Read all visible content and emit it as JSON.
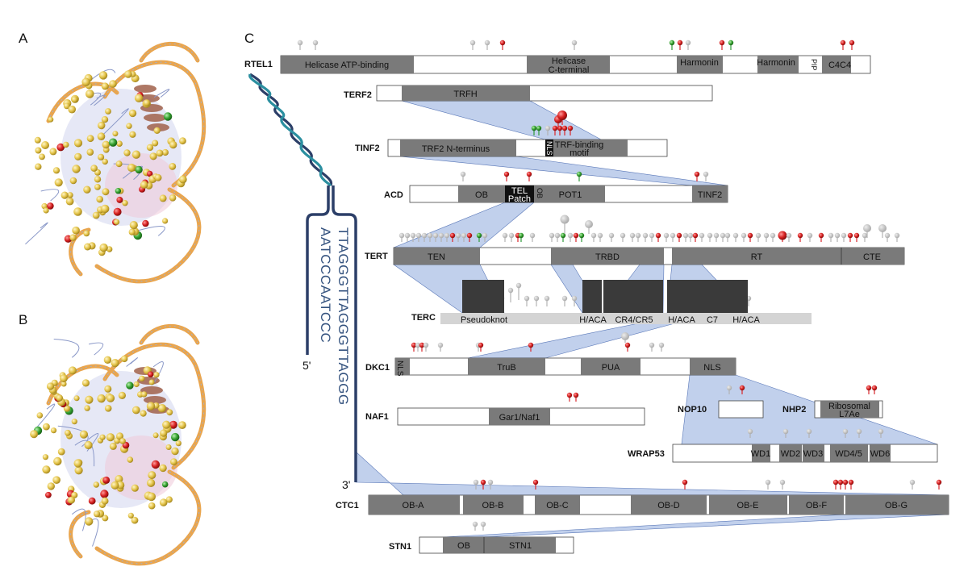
{
  "panels": {
    "a": "A",
    "b": "B",
    "c": "C"
  },
  "dna": {
    "strand_top": "AATCCCAATCCC",
    "strand_bottom": "TTAGGGTTAGGGTTAGGG",
    "end5": "5'",
    "end3": "3'"
  },
  "proteins": [
    {
      "name": "RTEL1",
      "domains": [
        "Helicase ATP-binding",
        "Helicase",
        "C-terminal",
        "Harmonin",
        "Harmonin",
        "PIP",
        "C4C4"
      ]
    },
    {
      "name": "TERF2",
      "domains": [
        "TRFH"
      ]
    },
    {
      "name": "TINF2",
      "domains": [
        "TRF2 N-terminus",
        "NLS",
        "TRF-binding",
        "motif"
      ]
    },
    {
      "name": "ACD",
      "domains": [
        "OB",
        "TEL",
        "Patch",
        "OB",
        "POT1",
        "TINF2"
      ]
    },
    {
      "name": "TERT",
      "domains": [
        "TEN",
        "TRBD",
        "RT",
        "CTE"
      ]
    },
    {
      "name": "TERC",
      "domains": [
        "Pseudoknot",
        "H/ACA",
        "CR4/CR5",
        "H/ACA",
        "C7",
        "H/ACA"
      ]
    },
    {
      "name": "DKC1",
      "domains": [
        "NLS",
        "TruB",
        "PUA",
        "NLS"
      ]
    },
    {
      "name": "NAF1",
      "domains": [
        "Gar1/Naf1"
      ]
    },
    {
      "name": "NOP10",
      "domains": []
    },
    {
      "name": "NHP2",
      "domains": [
        "Ribosomal",
        "L7Ae"
      ]
    },
    {
      "name": "WRAP53",
      "domains": [
        "WD1",
        "WD2",
        "WD3",
        "WD4/5",
        "WD6"
      ]
    },
    {
      "name": "CTC1",
      "domains": [
        "OB-A",
        "OB-B",
        "OB-C",
        "OB-D",
        "OB-E",
        "OB-F",
        "OB-G"
      ]
    },
    {
      "name": "STN1",
      "domains": [
        "OB",
        "STN1"
      ]
    }
  ],
  "colors": {
    "domain_fill": "#7a7a7a",
    "dark_domain": "#111111",
    "terc_body": "#d4d4d4",
    "terc_region": "#3a3a3a",
    "link": "#8ea9dc",
    "lollipop_grey": "#b3b3b3",
    "lollipop_red": "#d9262c",
    "lollipop_green": "#2e9a3a",
    "dna_dark": "#2c3f68",
    "dna_teal": "#2b8fa0",
    "rna_ribbon": "#e9a54e",
    "atom_yellow": "#e4c44a"
  }
}
